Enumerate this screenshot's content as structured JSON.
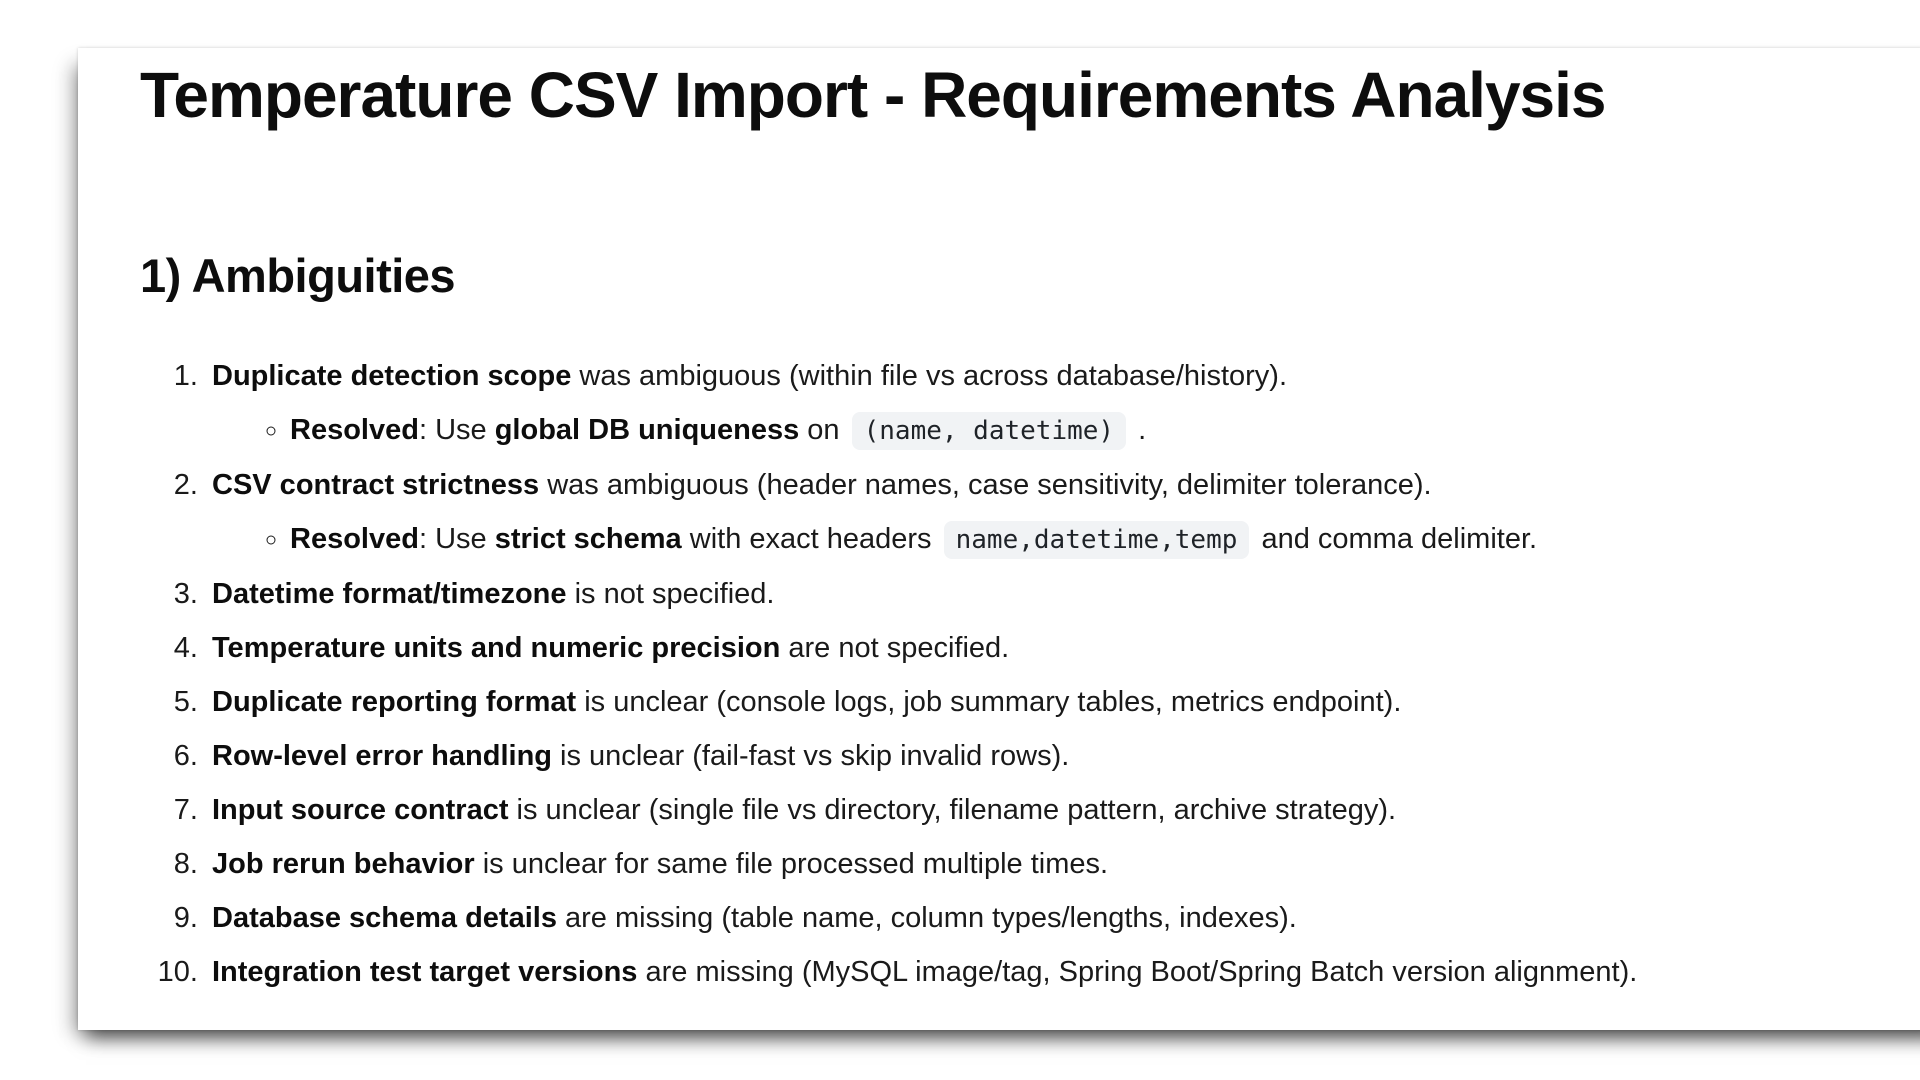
{
  "page": {
    "title": "Temperature CSV Import - Requirements Analysis",
    "section_heading": "1) Ambiguities"
  },
  "colors": {
    "text": "#1a1a1a",
    "inline_code_background": "#f1f3f5"
  },
  "ambiguities": {
    "items": [
      {
        "segments": [
          {
            "t": "bold",
            "v": "Duplicate detection scope"
          },
          {
            "t": "text",
            "v": " was ambiguous (within file vs across database/history)."
          }
        ],
        "sub": [
          {
            "t": "bold",
            "v": "Resolved"
          },
          {
            "t": "text",
            "v": ": Use "
          },
          {
            "t": "bold",
            "v": "global DB uniqueness"
          },
          {
            "t": "text",
            "v": " on "
          },
          {
            "t": "code",
            "v": "(name, datetime)"
          },
          {
            "t": "text",
            "v": " ."
          }
        ]
      },
      {
        "segments": [
          {
            "t": "bold",
            "v": "CSV contract strictness"
          },
          {
            "t": "text",
            "v": " was ambiguous (header names, case sensitivity, delimiter tolerance)."
          }
        ],
        "sub": [
          {
            "t": "bold",
            "v": "Resolved"
          },
          {
            "t": "text",
            "v": ": Use "
          },
          {
            "t": "bold",
            "v": "strict schema"
          },
          {
            "t": "text",
            "v": " with exact headers "
          },
          {
            "t": "code",
            "v": "name,datetime,temp"
          },
          {
            "t": "text",
            "v": " and comma delimiter."
          }
        ]
      },
      {
        "segments": [
          {
            "t": "bold",
            "v": "Datetime format/timezone"
          },
          {
            "t": "text",
            "v": " is not specified."
          }
        ]
      },
      {
        "segments": [
          {
            "t": "bold",
            "v": "Temperature units and numeric precision"
          },
          {
            "t": "text",
            "v": " are not specified."
          }
        ]
      },
      {
        "segments": [
          {
            "t": "bold",
            "v": "Duplicate reporting format"
          },
          {
            "t": "text",
            "v": " is unclear (console logs, job summary tables, metrics endpoint)."
          }
        ]
      },
      {
        "segments": [
          {
            "t": "bold",
            "v": "Row-level error handling"
          },
          {
            "t": "text",
            "v": " is unclear (fail-fast vs skip invalid rows)."
          }
        ]
      },
      {
        "segments": [
          {
            "t": "bold",
            "v": "Input source contract"
          },
          {
            "t": "text",
            "v": " is unclear (single file vs directory, filename pattern, archive strategy)."
          }
        ]
      },
      {
        "segments": [
          {
            "t": "bold",
            "v": "Job rerun behavior"
          },
          {
            "t": "text",
            "v": " is unclear for same file processed multiple times."
          }
        ]
      },
      {
        "segments": [
          {
            "t": "bold",
            "v": "Database schema details"
          },
          {
            "t": "text",
            "v": " are missing (table name, column types/lengths, indexes)."
          }
        ]
      },
      {
        "segments": [
          {
            "t": "bold",
            "v": "Integration test target versions"
          },
          {
            "t": "text",
            "v": " are missing (MySQL image/tag, Spring Boot/Spring Batch version alignment)."
          }
        ]
      }
    ]
  }
}
